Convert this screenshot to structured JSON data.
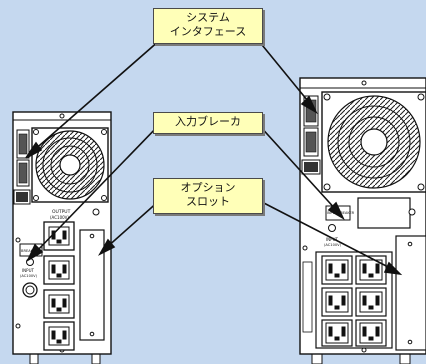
{
  "labels": {
    "system_interface_line1": "システム",
    "system_interface_line2": "インタフェース",
    "input_breaker": "入力ブレーカ",
    "option_slot_line1": "オプション",
    "option_slot_line2": "スロット"
  },
  "panel_text": {
    "left_output": "OUTPUT",
    "left_output_sub": "(AC100V)",
    "left_input": "INPUT",
    "left_input_sub": "(AC100V)",
    "left_breaker": "BREAKER",
    "right_input": "INPUT",
    "right_input_sub": "(AC100V)",
    "right_breaker": "INPUT BREAKER"
  },
  "colors": {
    "background": "#c5d8ef",
    "callout_fill": "#ffffb8",
    "unit_fill": "#ffffff",
    "line": "#111111"
  }
}
